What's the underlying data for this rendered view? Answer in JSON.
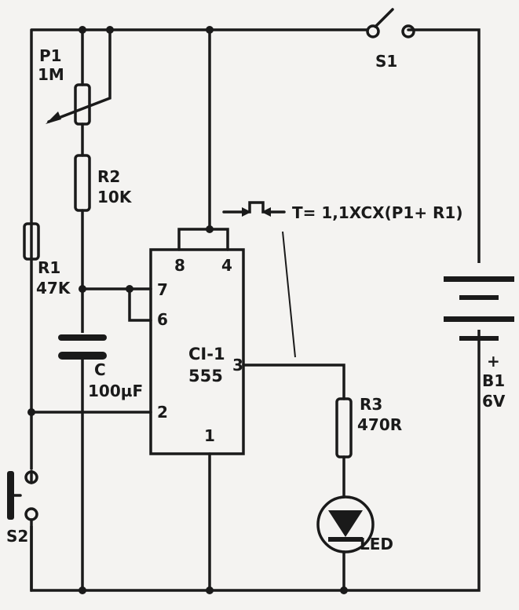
{
  "components": {
    "p1": {
      "ref": "P1",
      "value": "1M"
    },
    "r2": {
      "ref": "R2",
      "value": "10K"
    },
    "r1": {
      "ref": "R1",
      "value": "47K"
    },
    "c": {
      "ref": "C",
      "value": "100µF"
    },
    "ic": {
      "ref": "CI-1",
      "value": "555",
      "pins": {
        "p8": "8",
        "p4": "4",
        "p7": "7",
        "p6": "6",
        "p3": "3",
        "p2": "2",
        "p1": "1"
      }
    },
    "r3": {
      "ref": "R3",
      "value": "470R"
    },
    "led": {
      "ref": "LED"
    },
    "s1": {
      "ref": "S1"
    },
    "s2": {
      "ref": "S2"
    },
    "b1": {
      "ref": "B1",
      "value": "6V",
      "polarity": "+"
    }
  },
  "formula": "T= 1,1XCX(P1+ R1)"
}
